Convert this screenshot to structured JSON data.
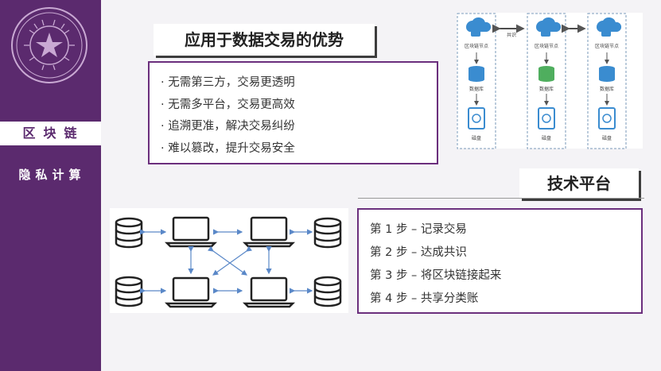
{
  "sidebar": {
    "items": [
      {
        "label": "区块链",
        "active": true
      },
      {
        "label": "隐私计算",
        "active": false
      }
    ]
  },
  "advantages": {
    "title": "应用于数据交易的优势",
    "items": [
      "· 无需第三方，交易更透明",
      "· 无需多平台，交易更高效",
      "· 追溯更准，解决交易纠纷",
      "· 难以篡改，提升交易安全"
    ]
  },
  "diagram": {
    "node_label": "区块链节点",
    "consensus": "共识",
    "database": "数据库",
    "storage": "磁盘"
  },
  "tech": {
    "title": "技术平台",
    "steps": [
      "第 1 步 – 记录交易",
      "第 2 步 – 达成共识",
      "第 3 步 – 将区块链接起来",
      "第 4 步 – 共享分类账"
    ]
  },
  "colors": {
    "sidebar_bg": "#5b2a6e",
    "border": "#6b2f7d",
    "diagram_blue": "#3a8cd0",
    "diagram_green": "#4fae5e"
  }
}
